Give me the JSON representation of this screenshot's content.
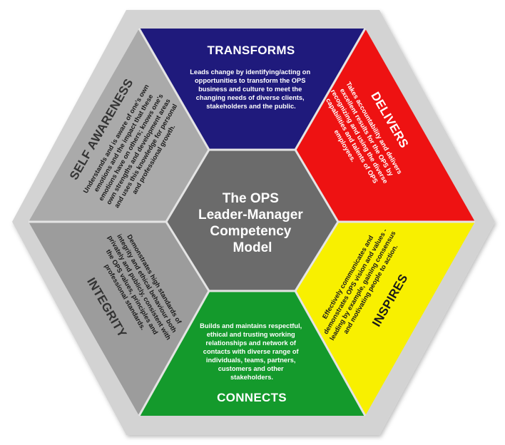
{
  "center": {
    "lines": [
      "The OPS",
      "Leader-Manager",
      "Competency",
      "Model"
    ]
  },
  "segments": {
    "transforms": {
      "title": "TRANSFORMS",
      "lines": [
        "Leads change by identifying/acting on",
        "opportunities to transform the OPS",
        "business and culture to meet the",
        "changing needs of diverse clients,",
        "stakeholders and the public."
      ],
      "color": "#1f1a7c"
    },
    "delivers": {
      "title": "DELIVERS",
      "lines": [
        "Takes accountability and delivers",
        "excellent results for the OPS by",
        "recognizing and using the diverse",
        "capabilities and talents of OPS",
        "employees."
      ],
      "color": "#ee1212"
    },
    "inspires": {
      "title": "INSPIRES",
      "lines": [
        "Effectively communicates and",
        "demonstrates OPS vision and values -",
        "leading by example, gaining consensus",
        "and motivating people to action."
      ],
      "color": "#f8f000"
    },
    "connects": {
      "title": "CONNECTS",
      "lines": [
        "Builds and maintains respectful,",
        "ethical and trusting working",
        "relationships and network of",
        "contacts with diverse range of",
        "individuals, teams, partners,",
        "customers and other",
        "stakeholders."
      ],
      "color": "#149a2c"
    },
    "integrity": {
      "title": "INTEGRITY",
      "lines": [
        "Demonstrates high standards of",
        "integrity and ethical behaviour both",
        "privately and publicly, consistent with",
        "the OPS values, principles and",
        "professional standards."
      ],
      "color": "#9c9c9c"
    },
    "self_awareness": {
      "title": "SELF AWARENESS",
      "lines": [
        "Understands and is aware of one's own",
        "emotions and the impact that these",
        "emotions have on others; knows one's",
        "own strengths and development areas",
        "and uses this knowledge for personal",
        "and professional growth."
      ],
      "color": "#aaaaaa"
    }
  },
  "colors": {
    "outer_border": "#d3d3d3",
    "center_fill": "#6b6b6b",
    "separator": "#e4e4e4"
  }
}
